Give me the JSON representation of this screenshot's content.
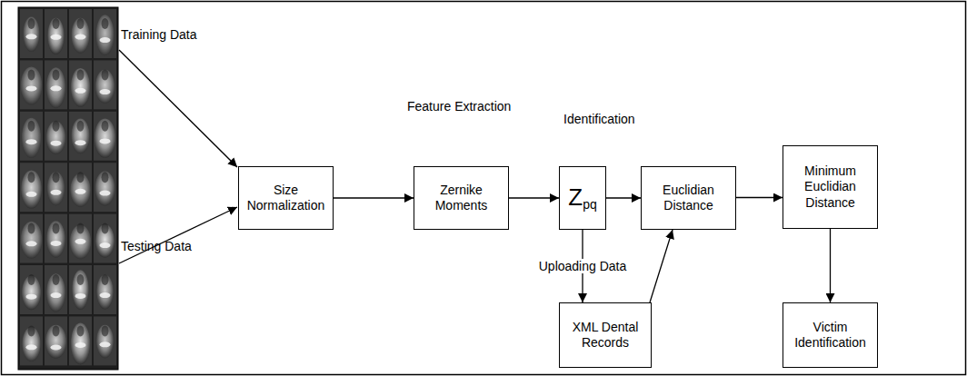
{
  "diagram": {
    "nodes": [
      {
        "text": [
          "Size Normalization"
        ]
      },
      {
        "text": [
          "Zernike Moments"
        ]
      },
      {
        "text": [
          "Z",
          "pq"
        ]
      },
      {
        "text": [
          "Euclidian Distance"
        ]
      },
      {
        "text": [
          "Minimum Euclidian Distance"
        ]
      },
      {
        "text": [
          "XML Dental Records"
        ]
      },
      {
        "text": [
          "Victim Identification"
        ]
      }
    ],
    "edges": [
      {
        "from": 0,
        "to": 1,
        "arrow": "to"
      },
      {
        "from": 1,
        "to": 2,
        "arrow": "to"
      },
      {
        "from": 2,
        "to": 3,
        "arrow": "to"
      },
      {
        "from": 2,
        "to": 5,
        "label": "Uploading Data",
        "arrow": "to"
      },
      {
        "from": 5,
        "to": 3,
        "arrow": "to"
      },
      {
        "from": 3,
        "to": 4,
        "arrow": "to"
      },
      {
        "from": 4,
        "to": 6,
        "arrow": "to"
      }
    ],
    "labels": [
      "Training Data",
      "Testing Data",
      "Feature Extraction",
      "Identification"
    ]
  }
}
